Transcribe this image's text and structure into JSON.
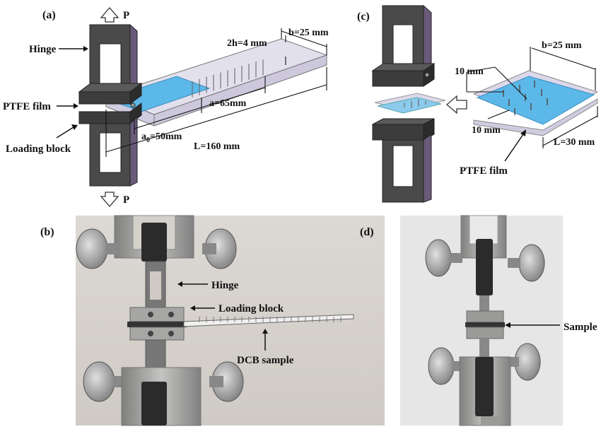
{
  "panels": {
    "a": "(a)",
    "b": "(b)",
    "c": "(c)",
    "d": "(d)"
  },
  "panel_a": {
    "load_top": "P",
    "load_bottom": "P",
    "hinge": "Hinge",
    "ptfe_film": "PTFE film",
    "loading_block": "Loading block",
    "thickness": "2h=4 mm",
    "width": "b=25 mm",
    "a0_prefix": "a",
    "a0_sub": "0",
    "a0_value": "=50mm",
    "crack_a": "a=65mm",
    "length": "L=160 mm"
  },
  "panel_b": {
    "hinge": "Hinge",
    "loading_block": "Loading block",
    "dcb_sample": "DCB sample"
  },
  "panel_c": {
    "dim_top": "10 mm",
    "dim_bottom": "10 mm",
    "width": "b=25 mm",
    "length": "L=30 mm",
    "ptfe_film": "PTFE film"
  },
  "panel_d": {
    "sample": "Sample"
  },
  "colors": {
    "fixture_dark": "#4a4a4a",
    "fixture_side": "#6a5a7a",
    "ptfe_blue": "#5cb8e8",
    "specimen_glass": "#d8d4e8",
    "photo_bg_b": "#d9d5d0",
    "photo_bg_d": "#e6e6e6",
    "metal": "#9a9a98"
  },
  "icons": [
    "up-arrow-icon",
    "down-arrow-icon",
    "left-arrow-icon"
  ]
}
